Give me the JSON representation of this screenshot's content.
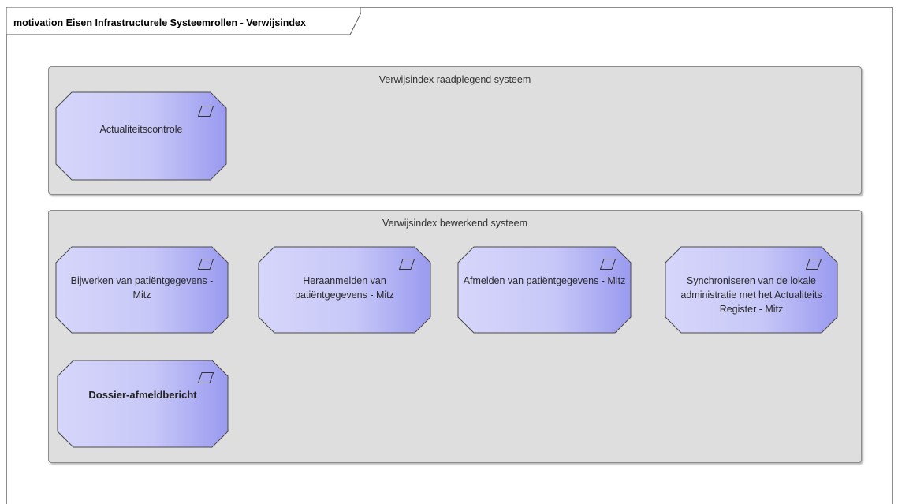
{
  "diagram": {
    "title": "motivation Eisen Infrastructurele Systeemrollen - Verwijsindex"
  },
  "groups": [
    {
      "label": "Verwijsindex raadplegend systeem"
    },
    {
      "label": "Verwijsindex bewerkend systeem"
    }
  ],
  "requirements": [
    {
      "label": "Actualiteitscontrole",
      "group": "Verwijsindex raadplegend systeem",
      "icon": "requirement-icon"
    },
    {
      "label": "Bijwerken van patiëntgegevens - Mitz",
      "group": "Verwijsindex bewerkend systeem",
      "icon": "requirement-icon"
    },
    {
      "label": "Heraanmelden van patiëntgegevens - Mitz",
      "group": "Verwijsindex bewerkend systeem",
      "icon": "requirement-icon"
    },
    {
      "label": "Afmelden van patiëntgegevens - Mitz",
      "group": "Verwijsindex bewerkend systeem",
      "icon": "requirement-icon"
    },
    {
      "label": "Synchroniseren van de lokale administratie met het Actualiteits Register - Mitz",
      "group": "Verwijsindex bewerkend systeem",
      "icon": "requirement-icon"
    },
    {
      "label": "Dossier-afmeldbericht",
      "group": "Verwijsindex bewerkend systeem",
      "icon": "requirement-icon"
    }
  ],
  "colors": {
    "node_fill_light": "#d6d6fb",
    "node_fill_dark": "#9a9af0",
    "node_stroke": "#4a4a4a",
    "group_fill": "#dedede"
  }
}
